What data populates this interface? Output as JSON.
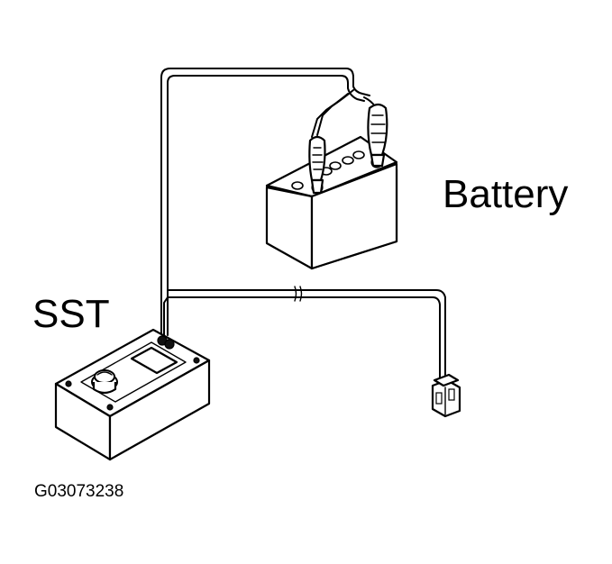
{
  "labels": {
    "battery": "Battery",
    "sst": "SST",
    "figure_code": "G03073238"
  }
}
